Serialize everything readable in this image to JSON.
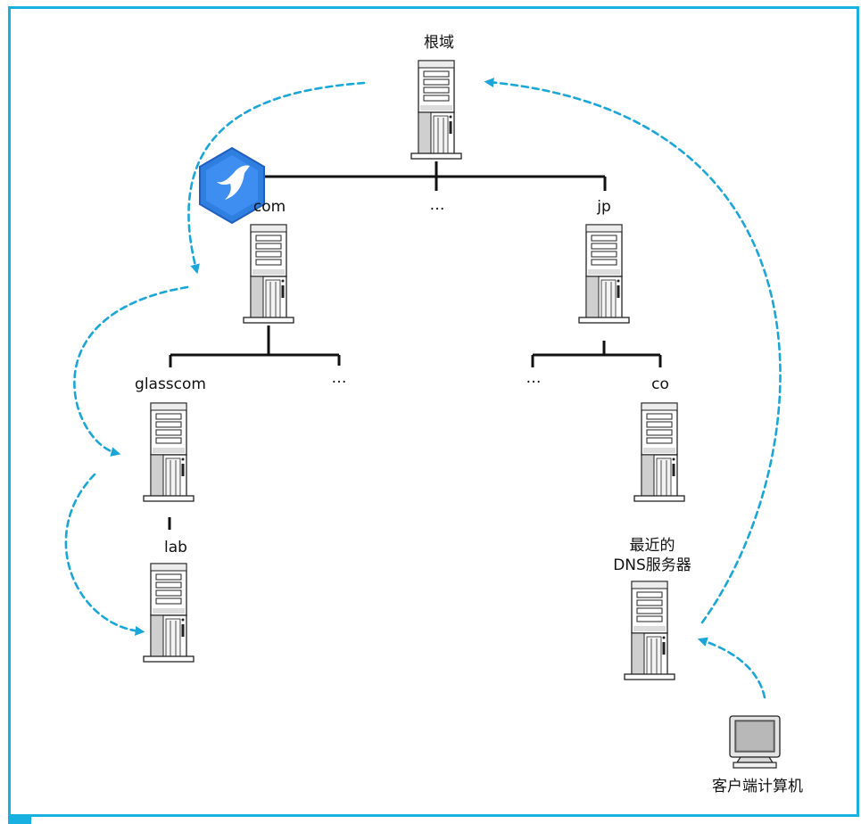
{
  "nodes": {
    "root": "根域",
    "com": "com",
    "root_more": "…",
    "jp": "jp",
    "glasscom": "glasscom",
    "com_more": "…",
    "jp_more": "…",
    "co": "co",
    "lab": "lab",
    "local_dns_line1": "最近的",
    "local_dns_line2": "DNS服务器",
    "client": "客户端计算机"
  },
  "colors": {
    "frame": "#18b0e0",
    "arrow": "#1aa6d8",
    "tree_line": "#111111",
    "badge": "#2f7fe0"
  },
  "icons": {
    "server": "server-tower-icon",
    "client": "monitor-icon",
    "badge": "bird-app-icon"
  }
}
